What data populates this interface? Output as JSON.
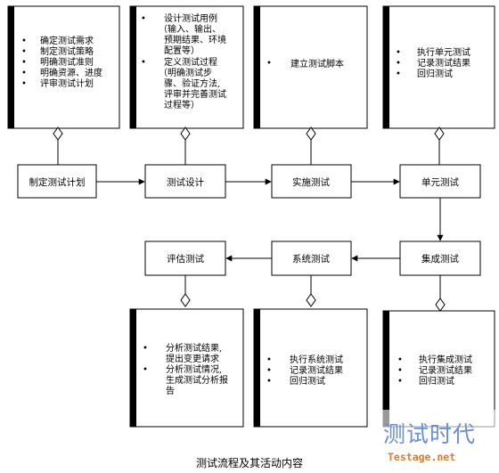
{
  "notes": {
    "planning": [
      "确定测试需求",
      "制定测试策略",
      "明确测试准则",
      "明确资源、进度",
      "评审测试计划"
    ],
    "design": [
      "设计测试用例",
      "（输入、输出、",
      "预期结果、环境",
      "配置等）",
      "定义测试过程",
      "（明确测试步",
      "骤、验证方法,",
      "评审并完善测试",
      "过程等）"
    ],
    "implementation": [
      "建立测试脚本"
    ],
    "unit": [
      "执行单元测试",
      "记录测试结果",
      "回归测试"
    ],
    "evaluation": [
      "分析测试结果,",
      "提出变更请求",
      "分析测试情况,",
      "生成测试分析报",
      "告"
    ],
    "system": [
      "执行系统测试",
      "记录测试结果",
      "回归测试"
    ],
    "integration": [
      "执行集成测试",
      "记录测试结果",
      "回归测试"
    ]
  },
  "steps": {
    "planning": "制定测试计划",
    "design": "测试设计",
    "implementation": "实施测试",
    "unit": "单元测试",
    "integration": "集成测试",
    "system": "系统测试",
    "evaluation": "评估测试"
  },
  "caption": "测试流程及其活动内容",
  "watermark": {
    "main": "测试时代",
    "sub": "Testage.net",
    "colors": {
      "main": "#6c8fd0",
      "sub": "#e07a2a"
    }
  }
}
